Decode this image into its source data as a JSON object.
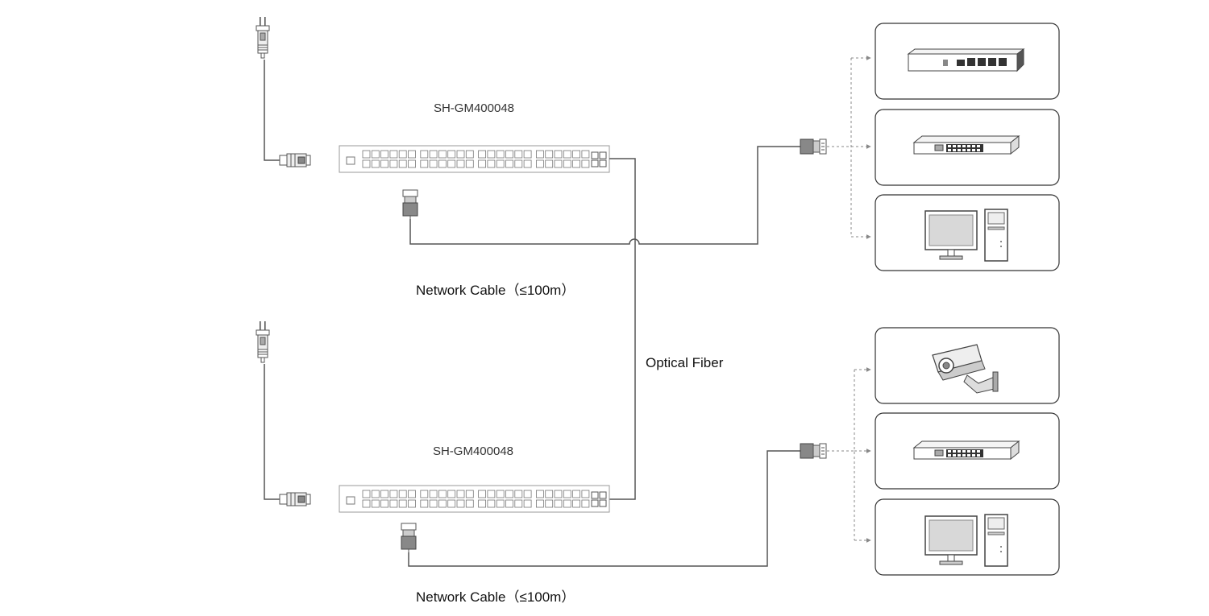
{
  "switches": [
    {
      "model": "SH-GM400048",
      "cable_label": "Network Cable（≤100m）"
    },
    {
      "model": "SH-GM400048",
      "cable_label": "Network Cable（≤100m）"
    }
  ],
  "fiber_label": "Optical Fiber",
  "devices": {
    "top": [
      "router-icon",
      "switch-icon",
      "desktop-computer-icon"
    ],
    "bottom": [
      "security-camera-icon",
      "switch-icon",
      "desktop-computer-icon"
    ]
  },
  "colors": {
    "line": "#555555",
    "box_border": "#333333",
    "dotted": "#888888"
  }
}
